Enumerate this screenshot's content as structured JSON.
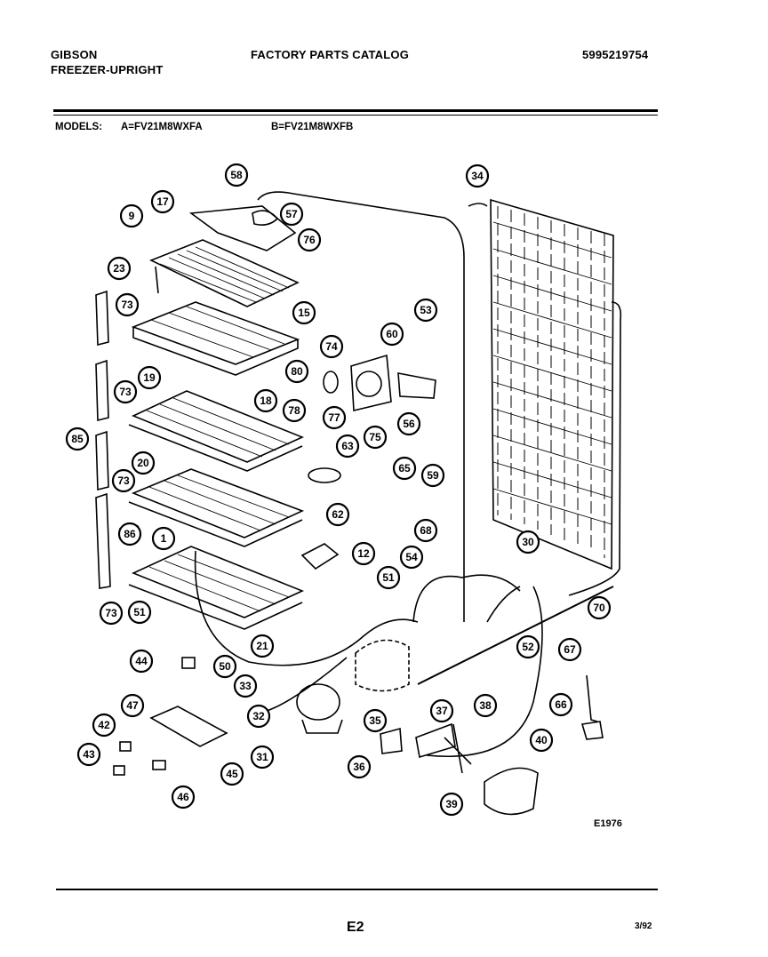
{
  "header": {
    "brand": "GIBSON",
    "product_type": "FREEZER-UPRIGHT",
    "catalog_title": "FACTORY PARTS CATALOG",
    "catalog_number": "5995219754"
  },
  "models": {
    "label": "MODELS:",
    "model_a": "A=FV21M8WXFA",
    "model_b": "B=FV21M8WXFB"
  },
  "diagram": {
    "drawing_id": "E1976",
    "callouts": [
      "58",
      "17",
      "9",
      "57",
      "76",
      "23",
      "73",
      "15",
      "53",
      "60",
      "74",
      "80",
      "34",
      "19",
      "18",
      "73",
      "78",
      "77",
      "75",
      "56",
      "85",
      "63",
      "65",
      "59",
      "20",
      "73",
      "62",
      "68",
      "86",
      "1",
      "12",
      "30",
      "54",
      "51",
      "73",
      "51",
      "50",
      "21",
      "70",
      "52",
      "44",
      "33",
      "32",
      "35",
      "37",
      "38",
      "67",
      "47",
      "42",
      "45",
      "31",
      "36",
      "66",
      "40",
      "43",
      "46",
      "39"
    ]
  },
  "footer": {
    "page_code": "E2",
    "date": "3/92"
  }
}
